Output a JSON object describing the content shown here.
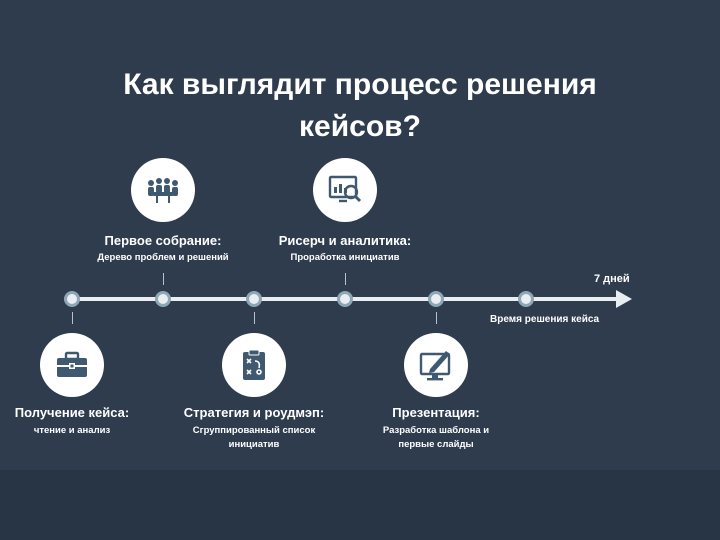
{
  "title": {
    "line1": "Как выглядит процесс решения",
    "line2": "кейсов?"
  },
  "timeline": {
    "end_label": "7 дней",
    "duration_label": "Время решения кейса"
  },
  "stages": {
    "first_meeting": {
      "title": "Первое собрание:",
      "subtitle": "Дерево проблем и решений",
      "icon": "meeting-icon"
    },
    "research": {
      "title": "Рисерч и аналитика:",
      "subtitle": "Проработка инициатив",
      "icon": "analytics-icon"
    },
    "case_received": {
      "title": "Получение кейса:",
      "subtitle": "чтение и анализ",
      "icon": "briefcase-icon"
    },
    "strategy": {
      "title": "Стратегия и роудмэп:",
      "subtitle_line1": "Сгруппированный список",
      "subtitle_line2": "инициатив",
      "icon": "strategy-board-icon"
    },
    "presentation": {
      "title": "Презентация:",
      "subtitle_line1": "Разработка шаблона и",
      "subtitle_line2": "первые слайды",
      "icon": "presentation-icon"
    }
  },
  "colors": {
    "background": "#2e3c4d",
    "icon_fill": "#3f5a70",
    "timeline": "#e9eef2",
    "dot_ring": "#8ea7b5"
  }
}
